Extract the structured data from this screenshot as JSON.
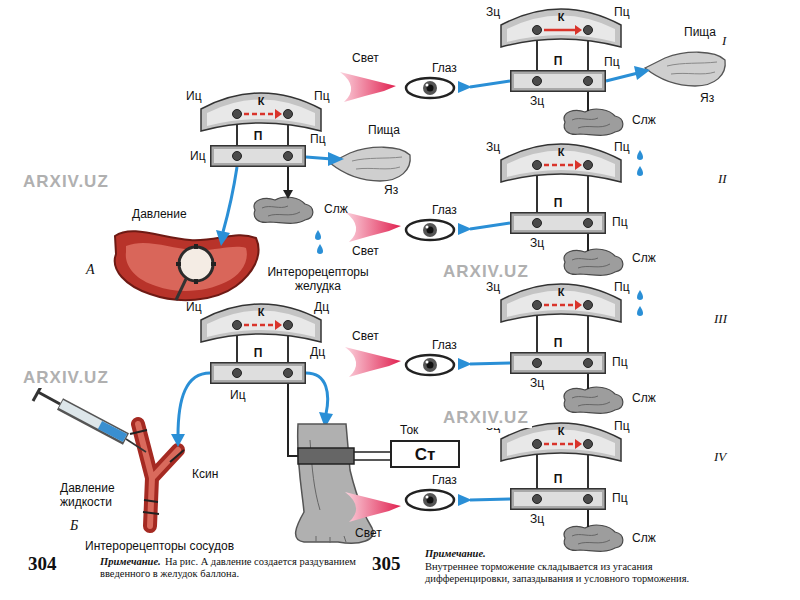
{
  "diagram": {
    "nodes": [
      {
        "text": [
          "К"
        ]
      },
      {
        "text": [
          "П"
        ]
      },
      {
        "text": [
          "К"
        ]
      },
      {
        "text": [
          "П"
        ]
      },
      {
        "text": [
          "Ток",
          "Ст"
        ]
      },
      {
        "text": [
          "К"
        ]
      },
      {
        "text": [
          "П"
        ]
      },
      {
        "text": [
          "К"
        ]
      },
      {
        "text": [
          "П"
        ]
      },
      {
        "text": [
          "К"
        ]
      },
      {
        "text": [
          "П"
        ]
      },
      {
        "text": [
          "К"
        ]
      },
      {
        "text": [
          "П"
        ]
      }
    ],
    "edges": [
      {
        "from": 0,
        "to": 1,
        "arrow": "none"
      },
      {
        "from": 0,
        "to": 1,
        "arrow": "none"
      },
      {
        "from": 2,
        "to": 3,
        "arrow": "none"
      },
      {
        "from": 2,
        "to": 3,
        "arrow": "none"
      },
      {
        "from": 5,
        "to": 6,
        "arrow": "none"
      },
      {
        "from": 5,
        "to": 6,
        "arrow": "none"
      },
      {
        "from": 7,
        "to": 8,
        "arrow": "none"
      },
      {
        "from": 7,
        "to": 8,
        "arrow": "none"
      },
      {
        "from": 9,
        "to": 10,
        "arrow": "none"
      },
      {
        "from": 9,
        "to": 10,
        "arrow": "none"
      },
      {
        "from": 11,
        "to": 12,
        "arrow": "none"
      },
      {
        "from": 11,
        "to": 12,
        "arrow": "none"
      }
    ],
    "labels": [
      "Иц",
      "Пц",
      "Иц",
      "Пц",
      "Пища",
      "Яз",
      "Слж",
      "Давление",
      "А",
      "Интерорецепторы желудка",
      "Иц",
      "Дц",
      "Дц",
      "Иц",
      "Ксин",
      "Давление жидкости",
      "Б",
      "Интерорецепторы сосудов",
      "304",
      "Примечание.",
      "На рис. А давление создается раздуванием введенного в желудок баллона.",
      "305",
      "Примечание.",
      "Внутреннее торможение складывается из угасания дифференцировки, запаздывания и условного торможения.",
      "Зц",
      "Пц",
      "I",
      "Свет",
      "Глаз",
      "Пища",
      "Яз",
      "Пц",
      "Зц",
      "Слж",
      "Зц",
      "Пц",
      "II",
      "Глаз",
      "Свет",
      "Пц",
      "Зц",
      "Слж",
      "Зц",
      "Пц",
      "III",
      "Свет",
      "Глаз",
      "Пц",
      "Зц",
      "Слж",
      "Зц",
      "Пц",
      "IV",
      "Глаз",
      "Свет",
      "Пц",
      "Зц",
      "Слж",
      "ARXIV.UZ",
      "ARXIV.UZ",
      "ARXIV.UZ",
      "ARXIV.UZ"
    ]
  }
}
